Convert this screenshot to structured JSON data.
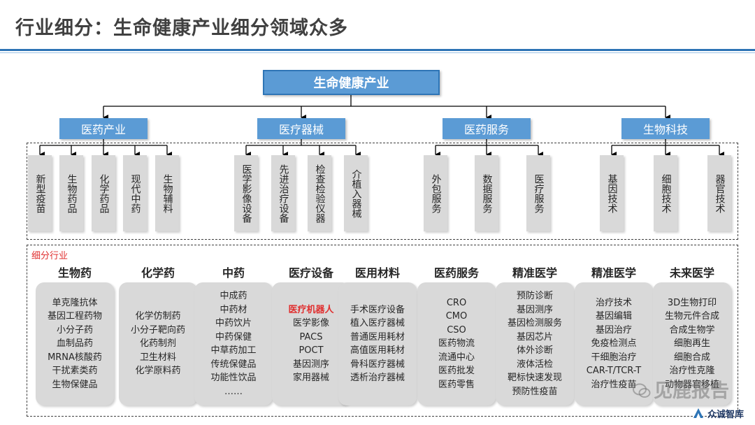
{
  "header": {
    "title": "行业细分：生命健康产业细分领域众多"
  },
  "root": {
    "label": "生命健康产业"
  },
  "categories": [
    {
      "label": "医药产业",
      "subs": [
        "新型疫苗",
        "生物药品",
        "化学药品",
        "现代中药",
        "生物辅料"
      ]
    },
    {
      "label": "医疗器械",
      "subs": [
        "医学影像设备",
        "先进治疗设备",
        "检查检验仪器",
        "介植入器械"
      ]
    },
    {
      "label": "医药服务",
      "subs": [
        "外包服务",
        "数据服务",
        "医疗服务"
      ]
    },
    {
      "label": "生物科技",
      "subs": [
        "基因技术",
        "细胞技术",
        "器官技术"
      ]
    }
  ],
  "segments": {
    "label": "细分行业",
    "columns": [
      {
        "title": "生物药",
        "items": [
          "单克隆抗体",
          "基因工程药物",
          "小分子药",
          "血制品药",
          "MRNA核酸药",
          "干扰素类药",
          "生物保健品"
        ]
      },
      {
        "title": "化学药",
        "items": [
          "化学仿制药",
          "小分子靶向药",
          "化药制剂",
          "卫生材料",
          "化学原料药"
        ]
      },
      {
        "title": "中药",
        "items": [
          "中成药",
          "中药材",
          "中药饮片",
          "中药保健",
          "中草药加工",
          "传统保健品",
          "功能性饮品",
          "……"
        ]
      },
      {
        "title": "医疗设备",
        "items": [
          "医疗机器人",
          "医学影像",
          "PACS",
          "POCT",
          "基因测序",
          "家用器械"
        ],
        "highlight": "医疗机器人"
      },
      {
        "title": "医用材料",
        "items": [
          "手术医疗设备",
          "植入医疗器械",
          "普通医用耗材",
          "高值医用耗材",
          "骨科医疗器械",
          "透析治疗器械"
        ]
      },
      {
        "title": "医药服务",
        "items": [
          "CRO",
          "CMO",
          "CSO",
          "医药物流",
          "流通中心",
          "医药批发",
          "医药零售"
        ]
      },
      {
        "title": "精准医学",
        "items": [
          "预防诊断",
          "基因测序",
          "基因检测服务",
          "基因芯片",
          "体外诊断",
          "液体活检",
          "靶标快速发现",
          "预防性疫苗"
        ]
      },
      {
        "title": "精准医学",
        "items": [
          "治疗技术",
          "基因编辑",
          "基因治疗",
          "免疫检测点",
          "干细胞治疗",
          "CAR-T/TCR-T",
          "治疗性疫苗"
        ]
      },
      {
        "title": "未来医学",
        "items": [
          "3D生物打印",
          "生物元件合成",
          "合成生物学",
          "细胞再生",
          "细胞合成",
          "治疗性克隆",
          "动物器官移植"
        ]
      }
    ]
  },
  "watermark": {
    "text": "见鹿报告"
  },
  "logo": {
    "text": "众诚智库"
  }
}
